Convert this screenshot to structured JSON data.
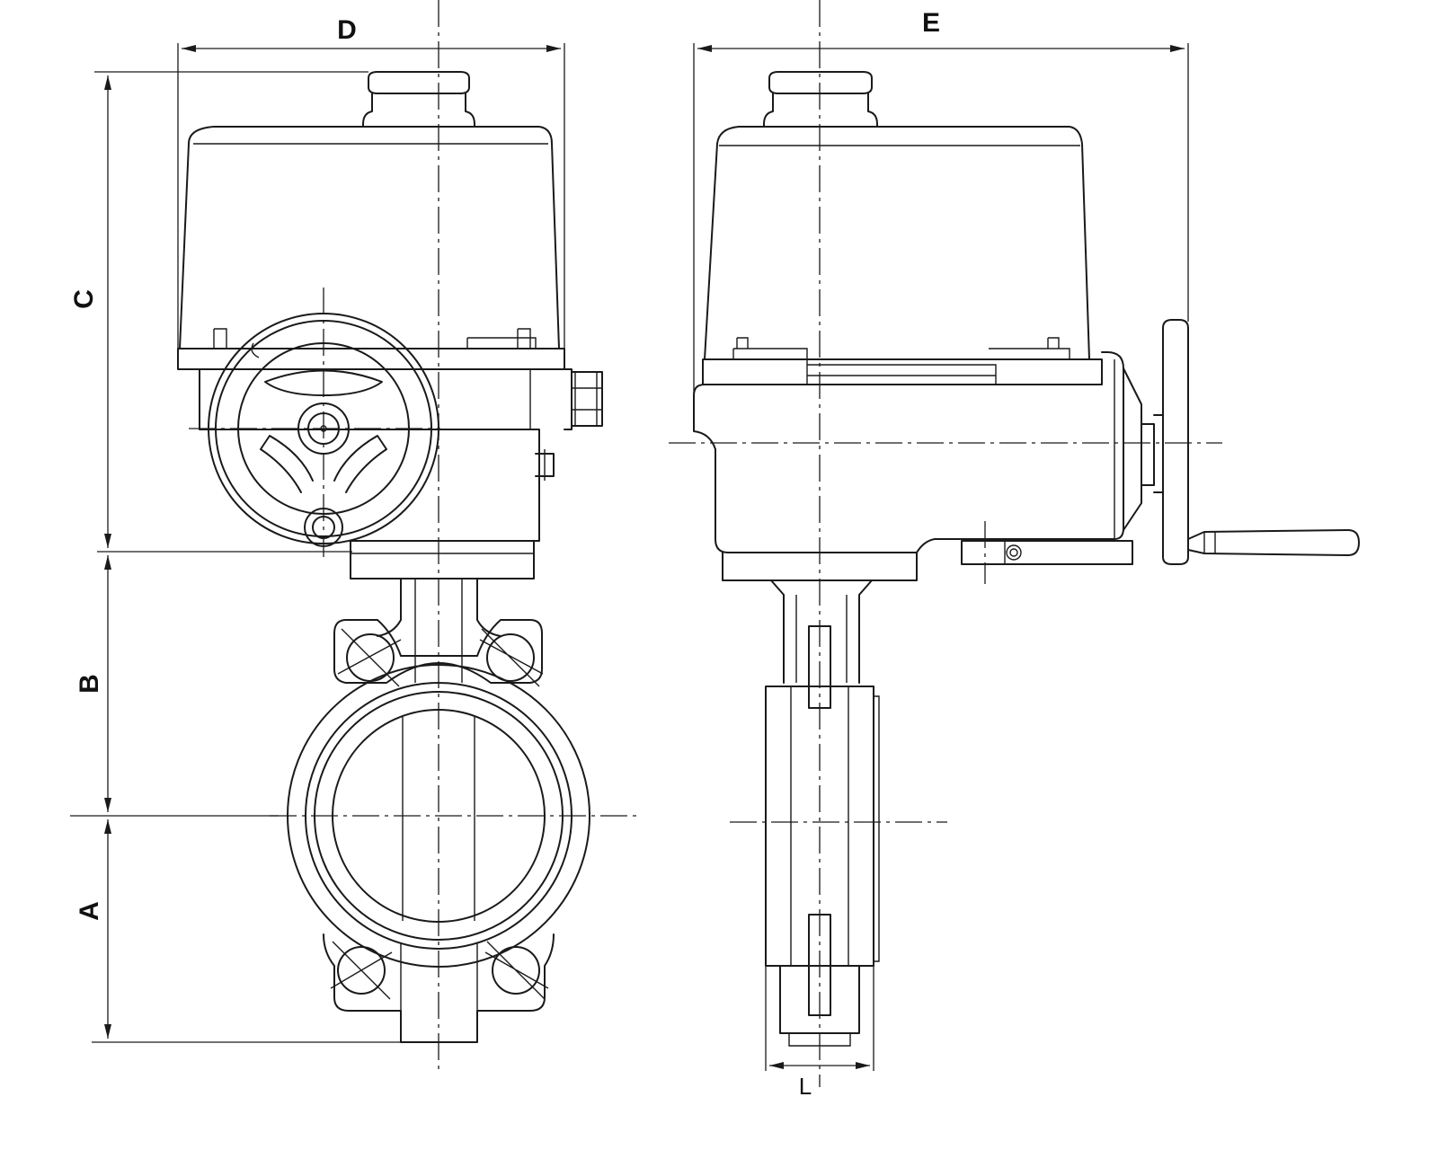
{
  "diagram": {
    "dimension_labels": {
      "A": "A",
      "B": "B",
      "C": "C",
      "D": "D",
      "E": "E",
      "L": "L"
    },
    "colors": {
      "line": "#1a1a1a",
      "background": "#ffffff"
    }
  }
}
